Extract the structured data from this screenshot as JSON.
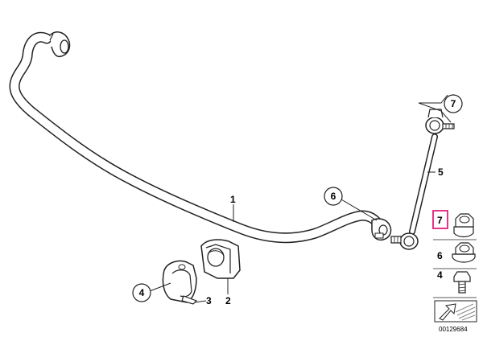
{
  "callouts": {
    "stabilizer_bar": "1",
    "rubber_mount": "2",
    "bracket": "3",
    "clamp": "4",
    "link_rod": "5",
    "bar_end": "6",
    "link_top": "7"
  },
  "legend": {
    "items": [
      "7",
      "6",
      "4"
    ],
    "highlight": "7"
  },
  "reference": "00129684",
  "colors": {
    "line": "#222222",
    "highlight_box": "#e0207e",
    "hatch": "#888888"
  }
}
